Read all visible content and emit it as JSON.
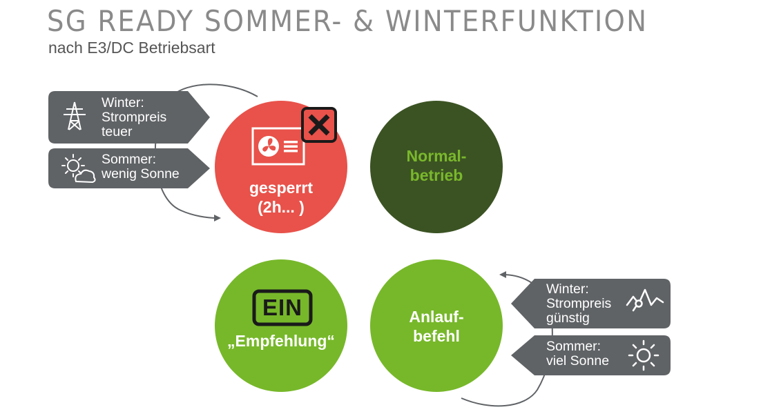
{
  "header": {
    "title": "SG READY SOMMER- & WINTERFUNKTION",
    "subtitle": "nach E3/DC Betriebsart"
  },
  "states": {
    "gesperrt": {
      "line1": "gesperrt",
      "line2": "(2h... )"
    },
    "normal": {
      "line1": "Normal-",
      "line2": "betrieb"
    },
    "empfehlung": {
      "badge": "EIN",
      "label": "„Empfehlung“"
    },
    "anlauf": {
      "line1": "Anlauf-",
      "line2": "befehl"
    }
  },
  "conditions": {
    "winter_teuer": {
      "line1": "Winter:",
      "line2": "Strompreis",
      "line3": "teuer",
      "icon": "power-pylon-icon"
    },
    "sommer_wenig": {
      "line1": "Sommer:",
      "line2": "wenig Sonne",
      "icon": "sun-cloud-icon"
    },
    "winter_guenstig": {
      "line1": "Winter:",
      "line2": "Strompreis",
      "line3": "günstig",
      "icon": "price-graph-icon"
    },
    "sommer_viel": {
      "line1": "Sommer:",
      "line2": "viel Sonne",
      "icon": "sun-icon"
    }
  },
  "colors": {
    "gesperrt": "#e8524a",
    "normal": "#3b5323",
    "empfehlung": "#77b82a",
    "anlauf": "#77b82a",
    "tag": "#606366",
    "normal_text": "#7ab82c",
    "title": "#8a8a8a"
  }
}
